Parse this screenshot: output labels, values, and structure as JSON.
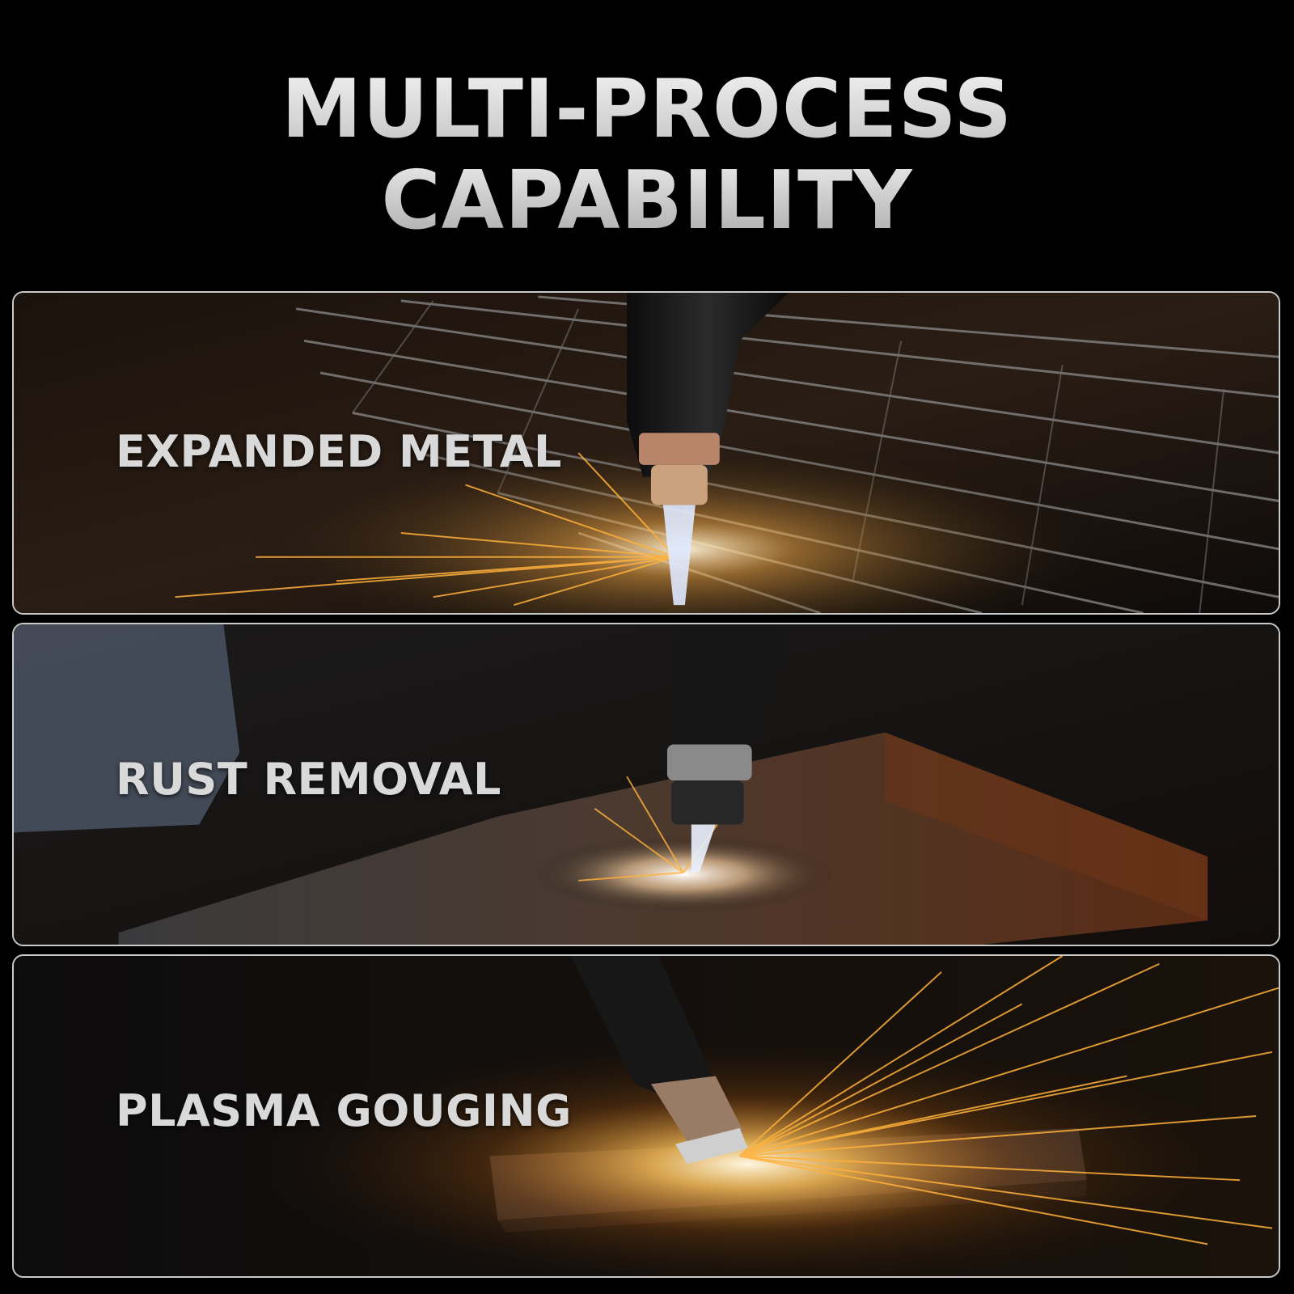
{
  "headline": {
    "line1": "MULTI-PROCESS",
    "line2": "CAPABILITY"
  },
  "panels": [
    {
      "label": "EXPANDED METAL",
      "scene": "plasma-torch-cutting-expanded-metal-grate"
    },
    {
      "label": "RUST REMOVAL",
      "scene": "plasma-torch-on-rusty-steel-plate"
    },
    {
      "label": "PLASMA GOUGING",
      "scene": "plasma-torch-gouging-with-sparks"
    }
  ],
  "colors": {
    "background": "#000000",
    "text": "#d9d9d9",
    "panel_border": "#c9c9c9",
    "spark": "#ffb13b"
  }
}
